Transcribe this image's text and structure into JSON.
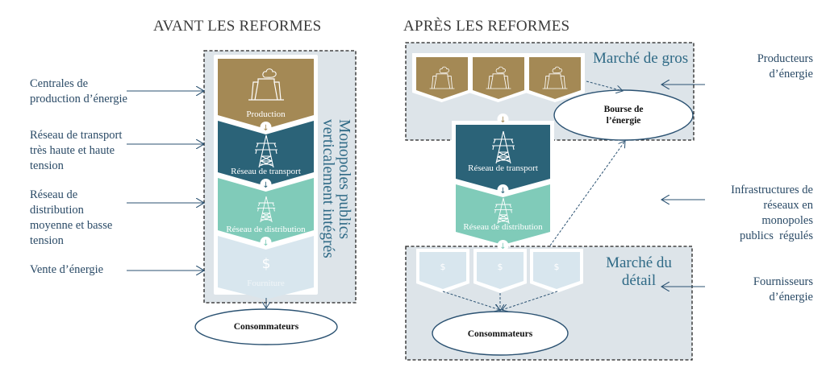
{
  "headings": {
    "before": "AVANT LES REFORMES",
    "after": "APRÈS LES REFORMES"
  },
  "colors": {
    "production": "#a48955",
    "transport": "#2b6378",
    "distribution": "#80cbb9",
    "supply": "#d8e6ee",
    "panel": "#dde4e9",
    "text_blue": "#2a4a66",
    "market_blue": "#2f6a86",
    "line": "#2b5272"
  },
  "before": {
    "left_labels": [
      "Centrales de\nproduction d’énergie",
      "Réseau de transport\ntrès haute et haute\ntension",
      "Réseau de\ndistribution\nmoyenne et basse\ntension",
      "Vente d’énergie"
    ],
    "stack": [
      {
        "label": "Production",
        "icon": "power-plant-icon"
      },
      {
        "label": "Réseau de transport",
        "icon": "pylon-icon"
      },
      {
        "label": "Réseau de distribution",
        "icon": "pylon-icon"
      },
      {
        "label": "Fourniture",
        "icon": "dollar-icon"
      }
    ],
    "vertical_label_line1": "Monopoles publics",
    "vertical_label_line2": "verticalement intégrés",
    "consumers": "Consommateurs"
  },
  "after": {
    "wholesale_market": "Marché de gros",
    "exchange_line1": "Bourse de",
    "exchange_line2": "l’énergie",
    "transport": "Réseau de transport",
    "distribution": "Réseau de distribution",
    "retail_market_line1": "Marché du",
    "retail_market_line2": "détail",
    "consumers": "Consommateurs",
    "right_labels": {
      "producers": "Producteurs\nd’énergie",
      "infrastructure": "Infrastructures de\nréseaux en\nmonopoles\npublics  régulés",
      "suppliers": "Fournisseurs\nd’énergie"
    },
    "producer_count": 3,
    "supplier_count": 3
  }
}
